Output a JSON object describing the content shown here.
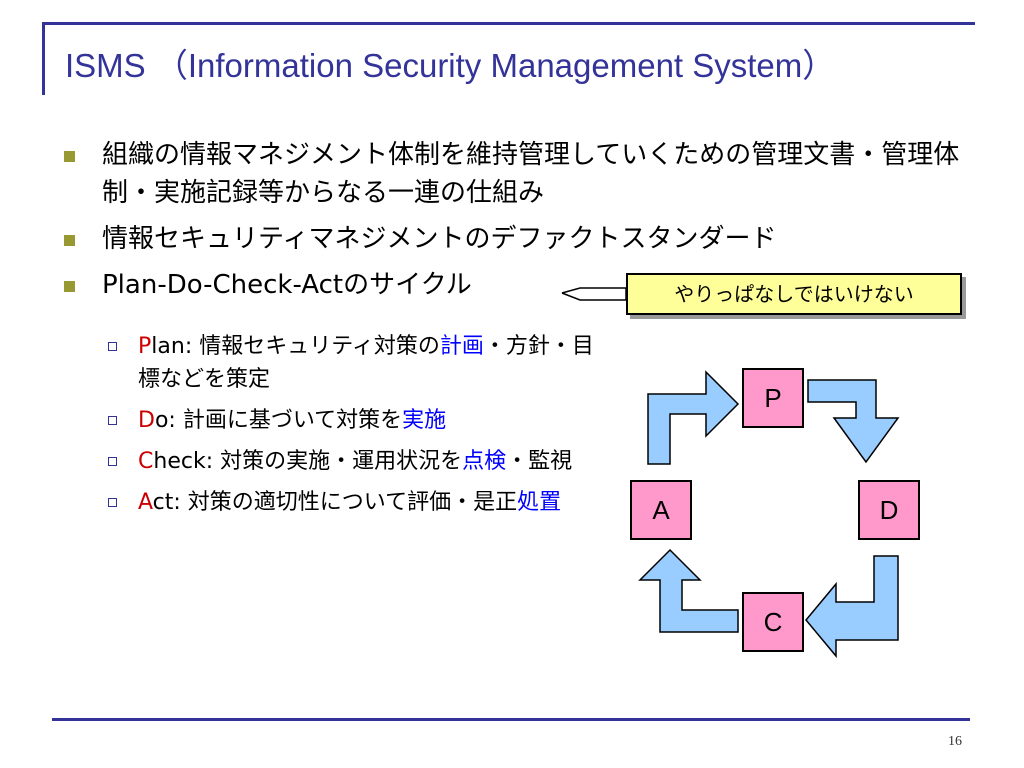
{
  "slide": {
    "title": "ISMS （Information Security Management System）",
    "bullets": [
      {
        "text": "組織の情報マネジメント体制を維持管理していくための管理文書・管理体制・実施記録等からなる一連の仕組み"
      },
      {
        "text": "情報セキュリティマネジメントのデファクトスタンダード"
      },
      {
        "text": "Plan-Do-Check-Actのサイクル"
      }
    ],
    "callout": "やりっぱなしではいけない",
    "subs": {
      "plan": {
        "initial": "P",
        "rest": "lan: 情報セキュリティ対策の",
        "hl1": "計画",
        "rest2": "・方針・目標などを策定"
      },
      "do": {
        "initial": "D",
        "rest": "o: 計画に基づいて対策を",
        "hl1": "実施"
      },
      "check": {
        "initial": "C",
        "rest": "heck: 対策の実施・運用状況を",
        "hl1": "点検",
        "rest2": "・監視"
      },
      "act": {
        "initial": "A",
        "rest": "ct: 対策の適切性について評価・是正",
        "hl1": "処置"
      }
    },
    "cycle": {
      "p": "P",
      "d": "D",
      "c": "C",
      "a": "A"
    },
    "page_number": "16",
    "colors": {
      "title": "#333399",
      "highlight": "#0000ff",
      "initial": "#cc0000",
      "arrow_fill": "#99ccff",
      "box_fill": "#ff99cc",
      "callout_fill": "#ffff99",
      "bullet": "#999933"
    }
  }
}
